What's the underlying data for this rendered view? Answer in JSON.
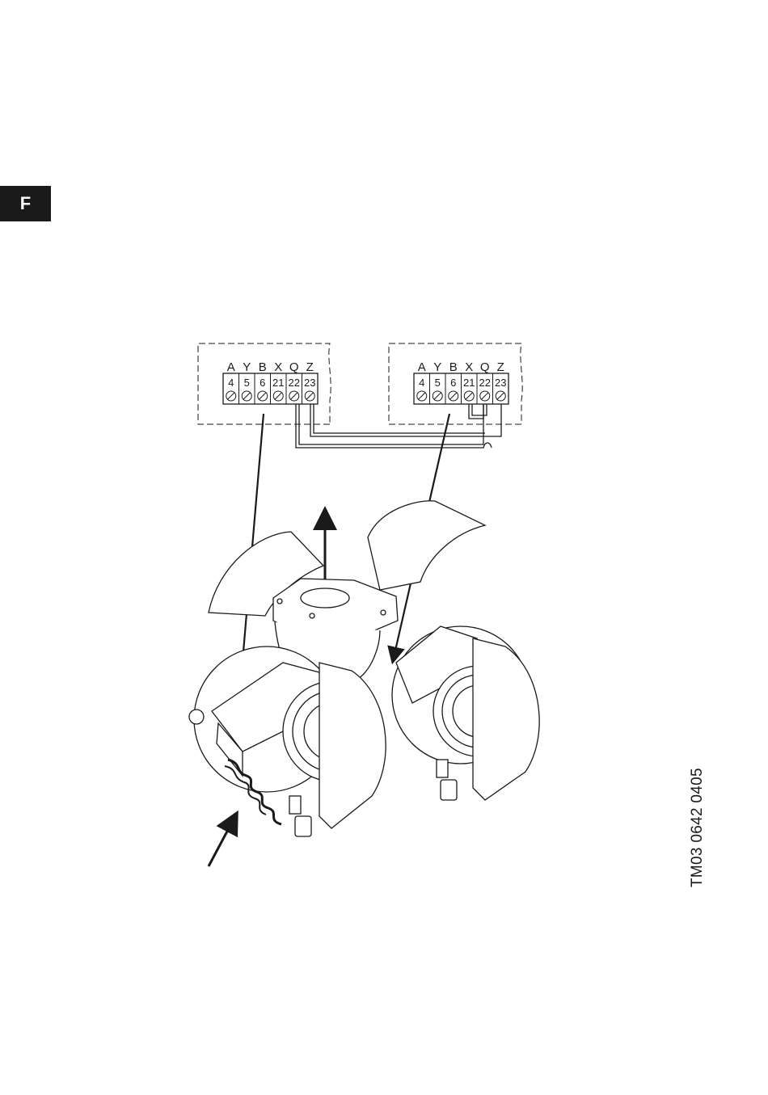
{
  "page": {
    "language_tab": "F",
    "figure_reference": "TM03 0642 0405"
  },
  "terminal_blocks": [
    {
      "id": "left",
      "letters": [
        "A",
        "Y",
        "B",
        "X",
        "Q",
        "Z"
      ],
      "numbers": [
        "4",
        "5",
        "6",
        "21",
        "22",
        "23"
      ]
    },
    {
      "id": "right",
      "letters": [
        "A",
        "Y",
        "B",
        "X",
        "Q",
        "Z"
      ],
      "numbers": [
        "4",
        "5",
        "6",
        "21",
        "22",
        "23"
      ]
    }
  ],
  "colors": {
    "ink": "#1a1a1a",
    "tab_bg": "#1a1a1a",
    "tab_text": "#ffffff"
  }
}
